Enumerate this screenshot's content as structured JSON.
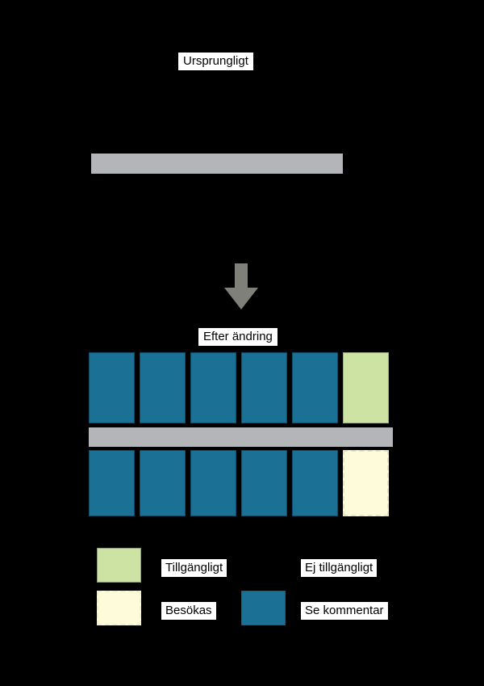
{
  "figure": {
    "background_color": "#000000",
    "before_title": "Ursprungligt",
    "after_title": "Efter ändring",
    "arrow_icon": "down-arrow-icon",
    "arrow_color": "#80807a"
  },
  "colors": {
    "blue": "#1a7095",
    "green": "#cde3a4",
    "cream": "#fdfbd9",
    "gray": "#b4b5b9",
    "black": "#000000"
  },
  "before_section": {
    "bar_color": "#b4b5b9",
    "cells": []
  },
  "after_section": {
    "bar_color": "#b4b5b9",
    "row_top": [
      {
        "state": "blue"
      },
      {
        "state": "blue"
      },
      {
        "state": "blue"
      },
      {
        "state": "blue"
      },
      {
        "state": "blue"
      },
      {
        "state": "green"
      }
    ],
    "row_bottom": [
      {
        "state": "blue"
      },
      {
        "state": "blue"
      },
      {
        "state": "blue"
      },
      {
        "state": "blue"
      },
      {
        "state": "blue"
      },
      {
        "state": "cream"
      }
    ]
  },
  "legend": {
    "rows": [
      {
        "left": {
          "state": "green",
          "label": "Tillgängligt"
        },
        "right": {
          "state": "black",
          "label": "Ej tillgängligt"
        }
      },
      {
        "left": {
          "state": "cream",
          "label": "Besökas"
        },
        "right": {
          "state": "blue",
          "label": "Se kommentar"
        }
      }
    ]
  }
}
